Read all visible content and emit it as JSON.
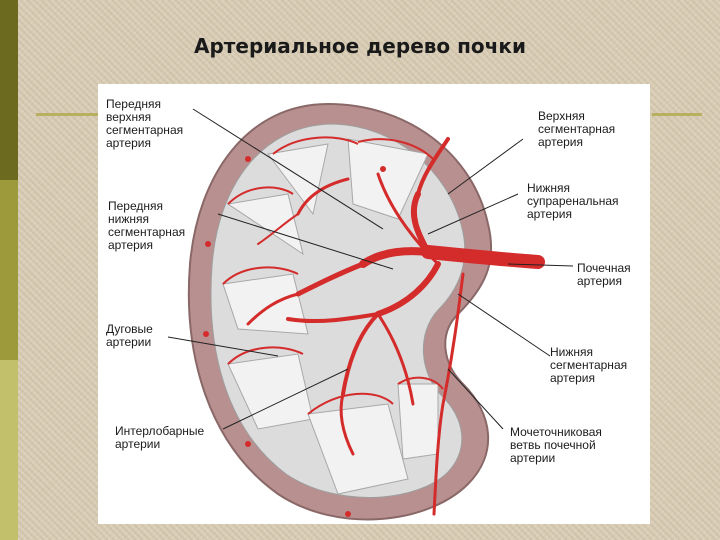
{
  "title": "Артериальное дерево почки",
  "labels": {
    "ant_upper": "Передняя\nверхняя\nсегментарная\nартерия",
    "upper_seg": "Верхняя\nсегментарная\nартерия",
    "inf_supra": "Нижняя\nсупраренальная\nартерия",
    "ant_lower": "Передняя\nнижняя\nсегментарная\nартерия",
    "renal": "Почечная\nартерия",
    "arcuate": "Дуговые\nартерии",
    "lower_seg": "Нижняя\nсегментарная\nартерия",
    "interlobar": "Интерлобарные\nартерии",
    "ureteric": "Мочеточниковая\nветвь почечной\nартерии"
  },
  "colors": {
    "artery": "#d42b2b",
    "cortex": "#b89090",
    "medulla": "#dcdcdc",
    "pyramid": "#f2f2f2",
    "accent_bar": "#6b6a1e"
  }
}
